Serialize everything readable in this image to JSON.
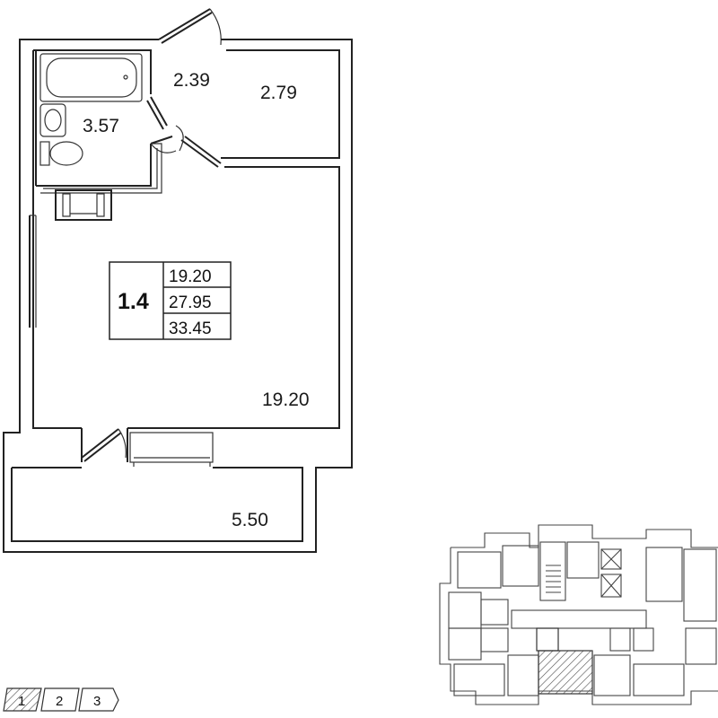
{
  "apartment": {
    "code": "1.4",
    "areas": [
      "19.20",
      "27.95",
      "33.45"
    ]
  },
  "rooms": {
    "hall_small": "2.39",
    "hall_large": "2.79",
    "bathroom": "3.57",
    "living": "19.20",
    "balcony": "5.50"
  },
  "sections": {
    "labels": [
      "1",
      "2",
      "3"
    ],
    "selected": "1"
  }
}
